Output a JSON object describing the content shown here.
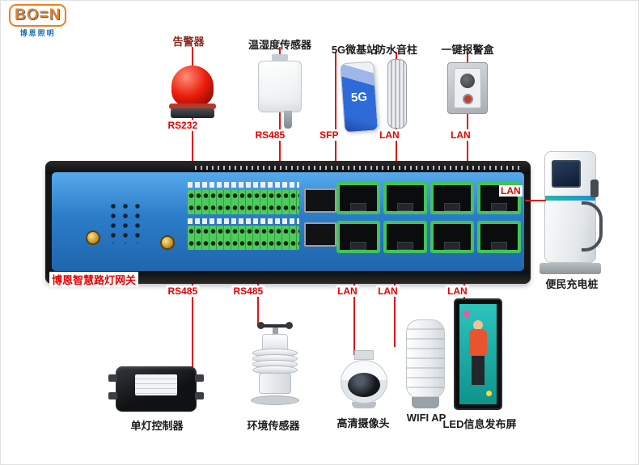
{
  "logo": {
    "text": "BO=N",
    "subtext": "博恩照明"
  },
  "gateway": {
    "label": "博恩智慧路灯网关"
  },
  "top_devices": [
    {
      "name": "告警器",
      "port": "RS232"
    },
    {
      "name": "温湿度传感器",
      "port": "RS485"
    },
    {
      "name": "5G微基站",
      "port": "SFP",
      "screen_text": "5G"
    },
    {
      "name": "防水音柱",
      "port": "LAN"
    },
    {
      "name": "一键报警盒",
      "port": "LAN"
    }
  ],
  "right_device": {
    "name": "便民充电桩",
    "port": "LAN"
  },
  "bottom_devices": [
    {
      "name": "单灯控制器",
      "port": "RS485"
    },
    {
      "name": "环境传感器",
      "port": "RS485"
    },
    {
      "name": "高清摄像头",
      "port": "LAN"
    },
    {
      "name": "WIFI AP",
      "port": "LAN"
    },
    {
      "name": "LED信息发布屏",
      "port": "LAN"
    }
  ],
  "colors": {
    "connection_line": "#e01515",
    "port_text": "#e60000",
    "gateway_face": "#2b7cc8"
  }
}
